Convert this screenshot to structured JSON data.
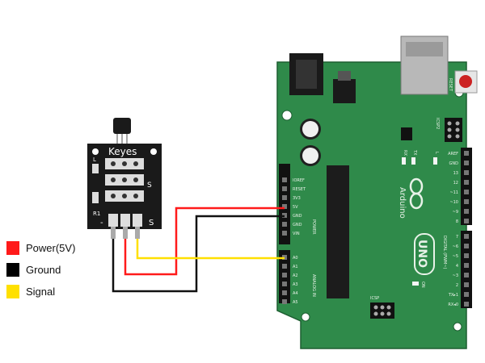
{
  "legend": [
    {
      "label": "Power(5V)",
      "color": "#ff1a1a"
    },
    {
      "label": "Ground",
      "color": "#000000"
    },
    {
      "label": "Signal",
      "color": "#ffe000"
    }
  ],
  "sensor_module": {
    "brand": "Keyes",
    "pin_label_s_top": "S",
    "pin_label_s_bottom": "S",
    "pin_label_minus": "-",
    "label_l": "L",
    "label_r1": "R1"
  },
  "arduino": {
    "name": "Arduino",
    "model": "UNO",
    "reset_label": "RESET",
    "icsp2_label": "ICSP2",
    "icsp_label": "ICSP",
    "on_label": "ON",
    "l_label": "L",
    "tx_label": "TX",
    "rx_label": "RX",
    "power_header_labels": [
      "IOREF",
      "RESET",
      "3V3",
      "5V",
      "GND",
      "GND",
      "VIN"
    ],
    "power_group_label": "POWER",
    "analog_header_labels": [
      "A0",
      "A1",
      "A2",
      "A3",
      "A4",
      "A5"
    ],
    "analog_group_label": "ANALOG IN",
    "digital_top_labels": [
      "AREF",
      "GND",
      "13",
      "12",
      "~11",
      "~10",
      "~9",
      "8"
    ],
    "digital_bottom_labels": [
      "7",
      "~6",
      "~5",
      "4",
      "~3",
      "2",
      "TX▸1",
      "RX◂0"
    ],
    "digital_group_label": "DIGITAL (PWM~)"
  },
  "wire_colors": {
    "power": "#ff1a1a",
    "ground": "#111111",
    "signal": "#ffe000"
  },
  "board_color": "#2f8a4a",
  "module_color": "#1a1a1a"
}
